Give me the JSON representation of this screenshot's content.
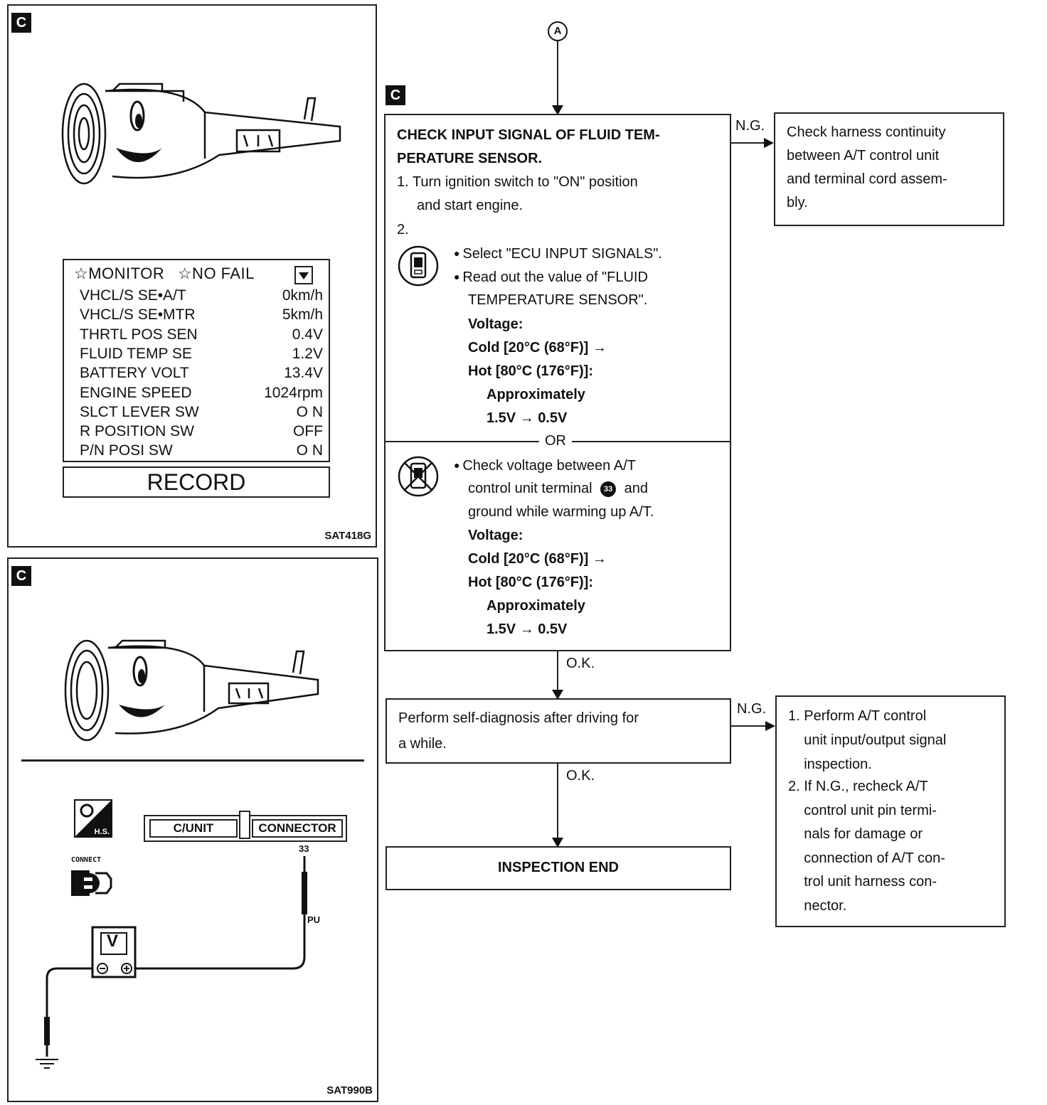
{
  "panel_top": {
    "tag": "C",
    "monitor": {
      "header_monitor": "☆MONITOR",
      "header_nofail": "☆NO FAIL",
      "rows": [
        {
          "label": "VHCL/S SE•A/T",
          "value": "0km/h"
        },
        {
          "label": "VHCL/S SE•MTR",
          "value": "5km/h"
        },
        {
          "label": "THRTL POS SEN",
          "value": "0.4V"
        },
        {
          "label": "FLUID TEMP SE",
          "value": "1.2V"
        },
        {
          "label": "BATTERY VOLT",
          "value": "13.4V"
        },
        {
          "label": "ENGINE SPEED",
          "value": "1024rpm"
        },
        {
          "label": "SLCT LEVER SW",
          "value": "O N"
        },
        {
          "label": "R POSITION SW",
          "value": "OFF"
        },
        {
          "label": "P/N POSI SW",
          "value": "O N"
        }
      ]
    },
    "record_label": "RECORD",
    "code": "SAT418G"
  },
  "panel_bottom": {
    "tag": "C",
    "hs_label": "H.S.",
    "connect_label": "CONNECT",
    "cunit_label": "C/UNIT",
    "connector_label": "CONNECTOR",
    "terminal": "33",
    "wire_color": "PU",
    "meter_label": "V",
    "code": "SAT990B"
  },
  "flow": {
    "start_marker": "A",
    "tag": "C",
    "check_title": "CHECK INPUT SIGNAL OF FLUID TEM-\nPERATURE SENSOR.",
    "step1": "1. Turn ignition switch to \"ON\" position",
    "step1b": "and start engine.",
    "step2": "2.",
    "consult_b1": "Select \"ECU INPUT SIGNALS\".",
    "consult_b2a": "Read out the value of \"FLUID",
    "consult_b2b": "TEMPERATURE SENSOR\".",
    "voltage": "Voltage:",
    "cold": "Cold [20°C (68°F)] →",
    "hot": "Hot [80°C (176°F)]:",
    "approx": "Approximately",
    "range": "1.5V → 0.5V",
    "or": "OR",
    "tester_b1a": "Check voltage between A/T",
    "tester_b1b": "control unit terminal",
    "terminal_num": "33",
    "tester_b1c": "and",
    "tester_b1d": "ground while warming up A/T.",
    "ng1": "N.G.",
    "ng1_action": "Check harness continuity\nbetween A/T control unit\nand terminal cord assem-\nbly.",
    "ok1": "O.K.",
    "self_diag": "Perform self-diagnosis after driving for\na while.",
    "ng2": "N.G.",
    "ng2_step1": "1. Perform A/T control\n    unit input/output signal\n    inspection.",
    "ng2_step2": "2. If N.G., recheck A/T\n    control unit pin termi-\n    nals for damage or\n    connection of A/T con-\n    trol unit harness con-\n    nector.",
    "ok2": "O.K.",
    "end": "INSPECTION END"
  }
}
